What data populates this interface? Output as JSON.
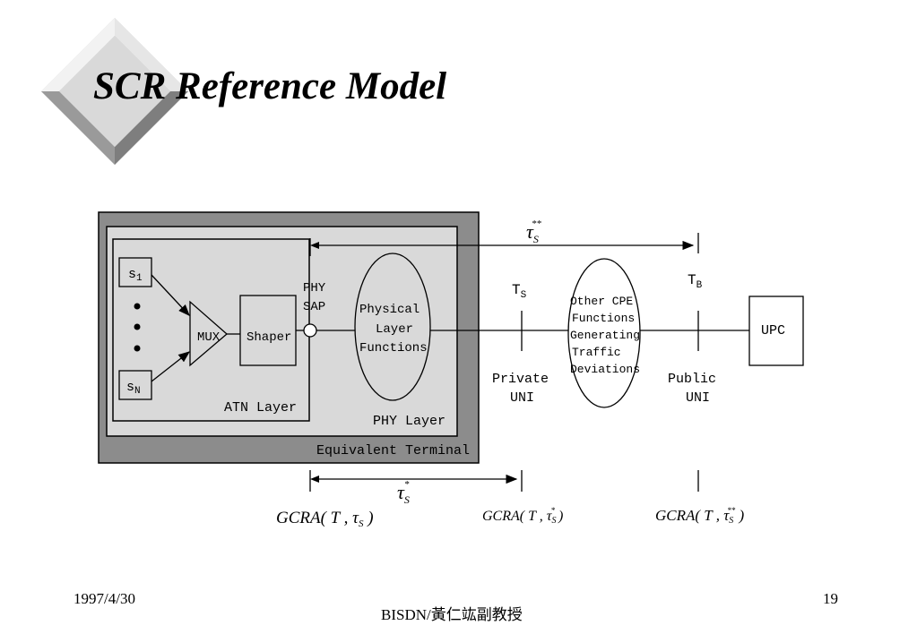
{
  "slide": {
    "title": "SCR Reference Model",
    "footer_date": "1997/4/30",
    "footer_center": "BISDN/黃仁竑副教授",
    "page_number": "19"
  },
  "diagram": {
    "source_1": "s",
    "source_1_sub": "1",
    "source_n": "s",
    "source_n_sub": "N",
    "mux": "MUX",
    "shaper": "Shaper",
    "atn_layer": "ATN Layer",
    "phy_sap_1": "PHY",
    "phy_sap_2": "SAP",
    "phys_func_1": "Physical",
    "phys_func_2": "Layer",
    "phys_func_3": "Functions",
    "phy_layer": "PHY Layer",
    "equivalent_terminal": "Equivalent Terminal",
    "ts_label": "T",
    "ts_sub": "S",
    "tb_label": "T",
    "tb_sub": "B",
    "private_uni_1": "Private",
    "private_uni_2": "UNI",
    "cpe_1": "Other CPE",
    "cpe_2": "Functions",
    "cpe_3": "Generating",
    "cpe_4": "Traffic",
    "cpe_5": "Deviations",
    "public_uni_1": "Public",
    "public_uni_2": "UNI",
    "upc": "UPC",
    "tau_top": "τ",
    "tau_top_sub": "S",
    "tau_top_sup": "**",
    "tau_bottom": "τ",
    "tau_bottom_sub": "S",
    "tau_bottom_sup": "*",
    "gcra_1_prefix": "GCRA",
    "gcra_1_args": "( T , τ",
    "gcra_1_sub": "S",
    "gcra_1_close": " )",
    "gcra_2_prefix": "GCRA",
    "gcra_2_args": "( T , τ",
    "gcra_2_sub": "S",
    "gcra_2_sup": "*",
    "gcra_2_close": " )",
    "gcra_3_prefix": "GCRA",
    "gcra_3_args": "( T , τ",
    "gcra_3_sub": "S",
    "gcra_3_sup": "**",
    "gcra_3_close": " )"
  }
}
